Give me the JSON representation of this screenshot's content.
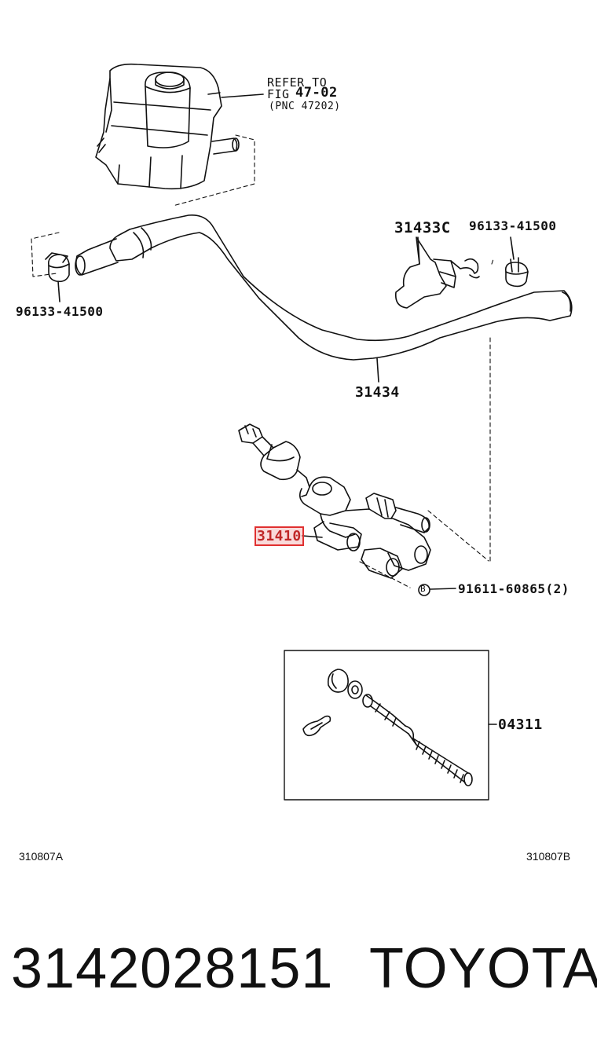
{
  "reservoir_note": {
    "line1": "REFER TO",
    "line2_prefix": "FIG",
    "line2_ref": "47-02",
    "line3": "(PNC 47202)"
  },
  "labels": {
    "clamp_left": "96133-41500",
    "bracket": "31433C",
    "clamp_right": "96133-41500",
    "hose": "31434",
    "master_cylinder": "31410",
    "circle_marker": "B",
    "bolt": "91611-60865(2)",
    "kit": "04311"
  },
  "codes": {
    "left": "310807A",
    "right": "310807B"
  },
  "footer": {
    "part_number": "3142028151",
    "brand": "TOYOTA"
  },
  "colors": {
    "highlight": "#e03030",
    "line": "#111111"
  }
}
